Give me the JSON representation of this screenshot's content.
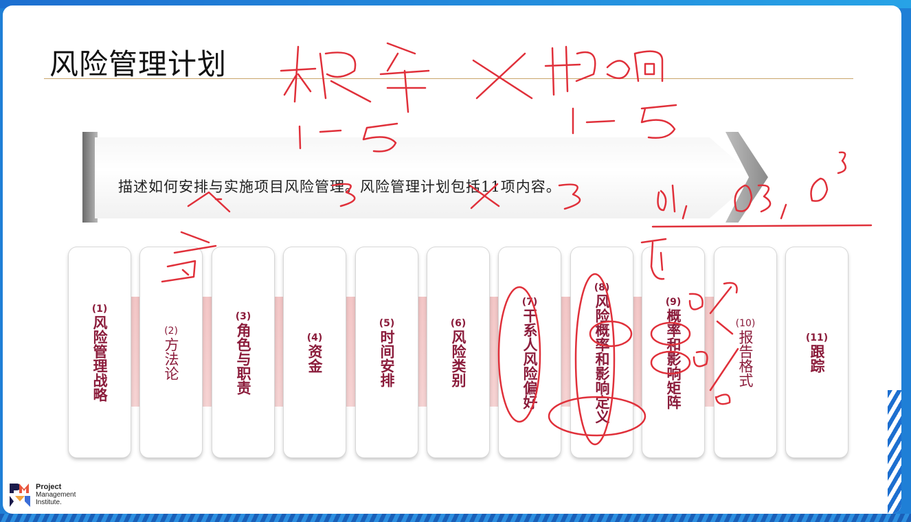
{
  "slide": {
    "title": "风险管理计划",
    "description": "描述如何安排与实施项目风险管理。风险管理计划包括11项内容。"
  },
  "items": [
    {
      "num": "(1)",
      "label": "风险管理战略",
      "bold": true
    },
    {
      "num": "(2)",
      "label": "方法论",
      "bold": false
    },
    {
      "num": "(3)",
      "label": "角色与职责",
      "bold": true
    },
    {
      "num": "(4)",
      "label": "资金",
      "bold": true
    },
    {
      "num": "(5)",
      "label": "时间安排",
      "bold": true
    },
    {
      "num": "(6)",
      "label": "风险类别",
      "bold": true
    },
    {
      "num": "(7)",
      "label": "干系人风险偏好",
      "bold": true
    },
    {
      "num": "(8)",
      "label": "风险概率和影响定义",
      "bold": true
    },
    {
      "num": "(9)",
      "label": "概率和影响矩阵",
      "bold": true
    },
    {
      "num": "(10)",
      "label": "报告格式",
      "bold": false
    },
    {
      "num": "(11)",
      "label": "跟踪",
      "bold": true
    }
  ],
  "logo": {
    "line1": "Project",
    "line2": "Management",
    "line3": "Institute."
  },
  "colors": {
    "item_text": "#8b1c3b",
    "band": "#f3c6c6",
    "annotation_ink": "#e0303a",
    "frame": "#1f7fd6"
  }
}
